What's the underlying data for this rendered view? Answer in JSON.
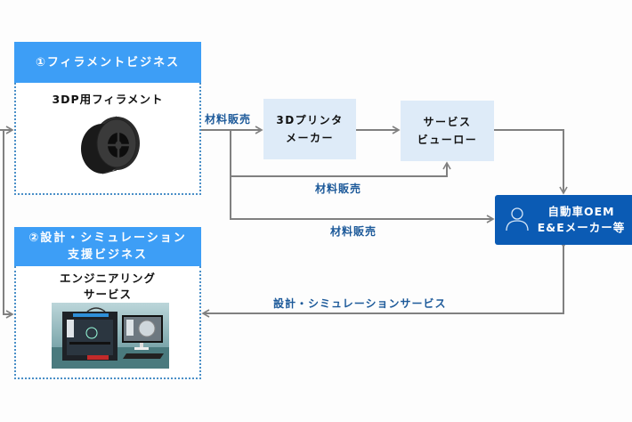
{
  "business1": {
    "header": "①フィラメントビジネス",
    "title": "3DP用フィラメント",
    "image": "filament-spool"
  },
  "business2": {
    "header_line1": "②設計・シミュレーション",
    "header_line2": "支援ビジネス",
    "title_line1": "エンジニアリング",
    "title_line2": "サービス",
    "image": "3d-printer-and-cad-monitor"
  },
  "nodes": {
    "printer_maker": {
      "line1": "3Dプリンタ",
      "line2": "メーカー"
    },
    "service_bureau": {
      "line1": "サービス",
      "line2": "ビューロー"
    },
    "oem": {
      "line1": "自動車OEM",
      "line2": "E&Eメーカー等",
      "icon": "person-icon"
    }
  },
  "flow_labels": {
    "material_sales_1": "材料販売",
    "material_sales_2": "材料販売",
    "material_sales_3": "材料販売",
    "design_service": "設計・シミュレーションサービス"
  },
  "colors": {
    "header_blue": "#3d9ef6",
    "node_light_blue": "#deebf8",
    "oem_blue": "#0b5bb4",
    "label_blue": "#1d5a9a",
    "arrow_gray": "#808080",
    "dotted_border": "#4a8fc7"
  }
}
